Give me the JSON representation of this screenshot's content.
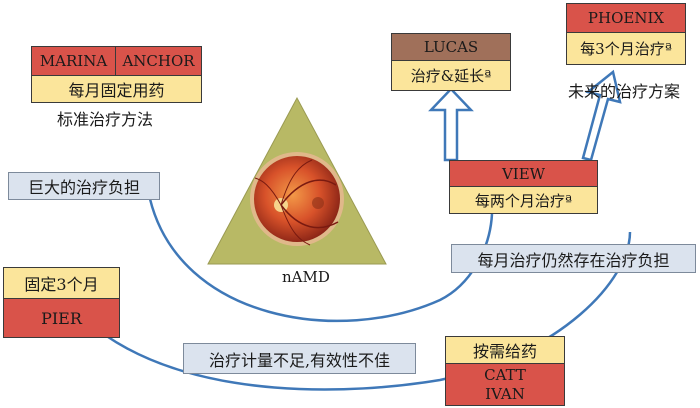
{
  "marina": {
    "label": "MARINA"
  },
  "anchor": {
    "label": "ANCHOR"
  },
  "monthly_fixed": {
    "label": "每月固定用药"
  },
  "standard": {
    "label": "标准治疗方法"
  },
  "lucas": {
    "label": "LUCAS"
  },
  "treat_extend": {
    "label": "治疗&延长ª"
  },
  "phoenix": {
    "label": "PHOENIX"
  },
  "every3": {
    "label": "每3个月治疗ª"
  },
  "future": {
    "label": "未来的治疗方案"
  },
  "burden": {
    "label": "巨大的治疗负担"
  },
  "namd": {
    "label": "nAMD"
  },
  "view": {
    "label": "VIEW"
  },
  "every2": {
    "label": "每两个月治疗ª"
  },
  "still_burden": {
    "label": "每月治疗仍然存在治疗负担"
  },
  "fixed3": {
    "label": "固定3个月"
  },
  "pier": {
    "label": "PIER"
  },
  "insufficient": {
    "label": "治疗计量不足,有效性不佳"
  },
  "prn": {
    "label": "按需给药"
  },
  "catt": {
    "line1": "CATT",
    "line2": "IVAN"
  }
}
